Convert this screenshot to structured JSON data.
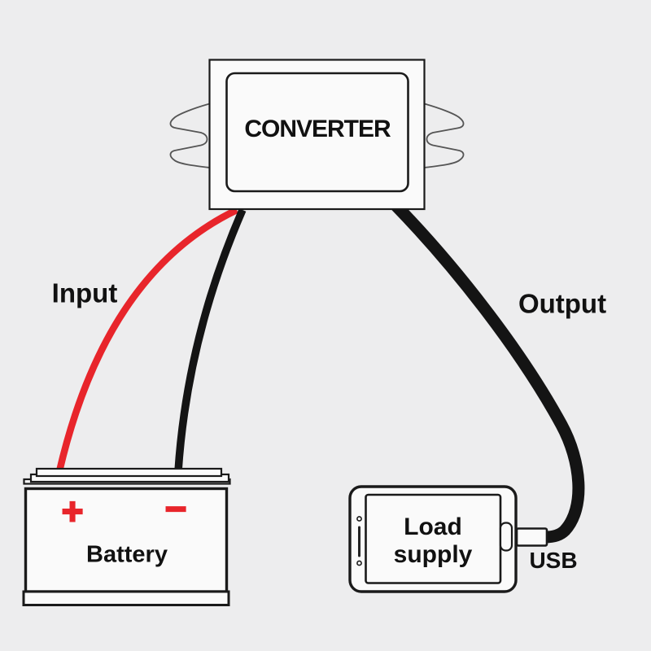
{
  "colors": {
    "background": "#ededee",
    "component_fill": "#fafafa",
    "outline": "#1a1a1a",
    "tab_outline": "#555555",
    "wire_positive_red": "#e8252b",
    "wire_negative_black": "#141414",
    "terminal_red": "#e8252b",
    "label_text": "#111111"
  },
  "converter": {
    "label": "CONVERTER"
  },
  "wiring": {
    "input_label": "Input",
    "output_label": "Output"
  },
  "battery": {
    "label": "Battery",
    "positive_symbol": "+",
    "negative_symbol": "−"
  },
  "load_supply": {
    "label_line1": "Load",
    "label_line2": "supply"
  },
  "usb": {
    "label": "USB"
  }
}
